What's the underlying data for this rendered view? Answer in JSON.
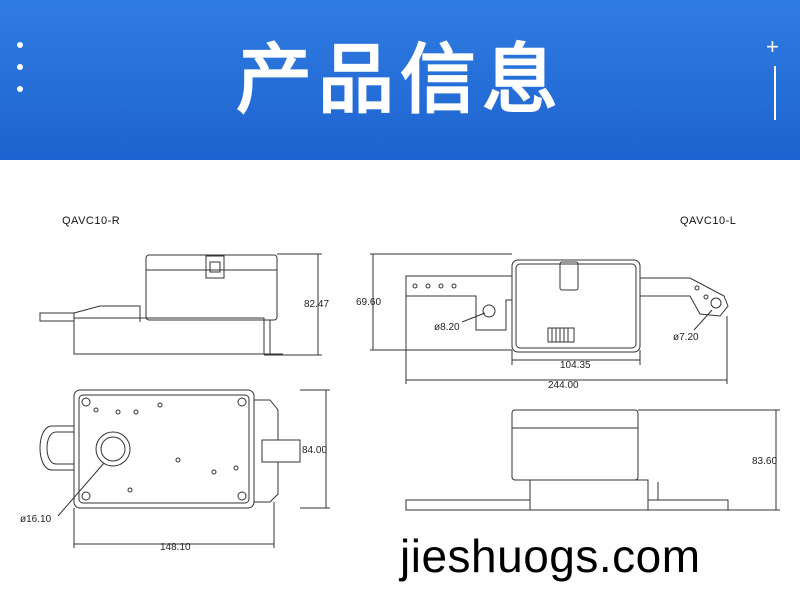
{
  "banner": {
    "title": "产品信息"
  },
  "models": {
    "right": "QAVC10-R",
    "left": "QAVC10-L"
  },
  "dimensions": {
    "height_r": "82.47",
    "width_total_top": "69.60",
    "hole_d1": "ø8.20",
    "hole_d2": "ø7.20",
    "len_mid": "104.35",
    "len_total": "244.00",
    "width_front": "84.00",
    "shaft_d": "ø16.10",
    "len_front": "148.10",
    "height_l": "83.60"
  },
  "watermark": "jieshuogs.com",
  "colors": {
    "banner": "#1e63cf",
    "line": "#333333"
  }
}
